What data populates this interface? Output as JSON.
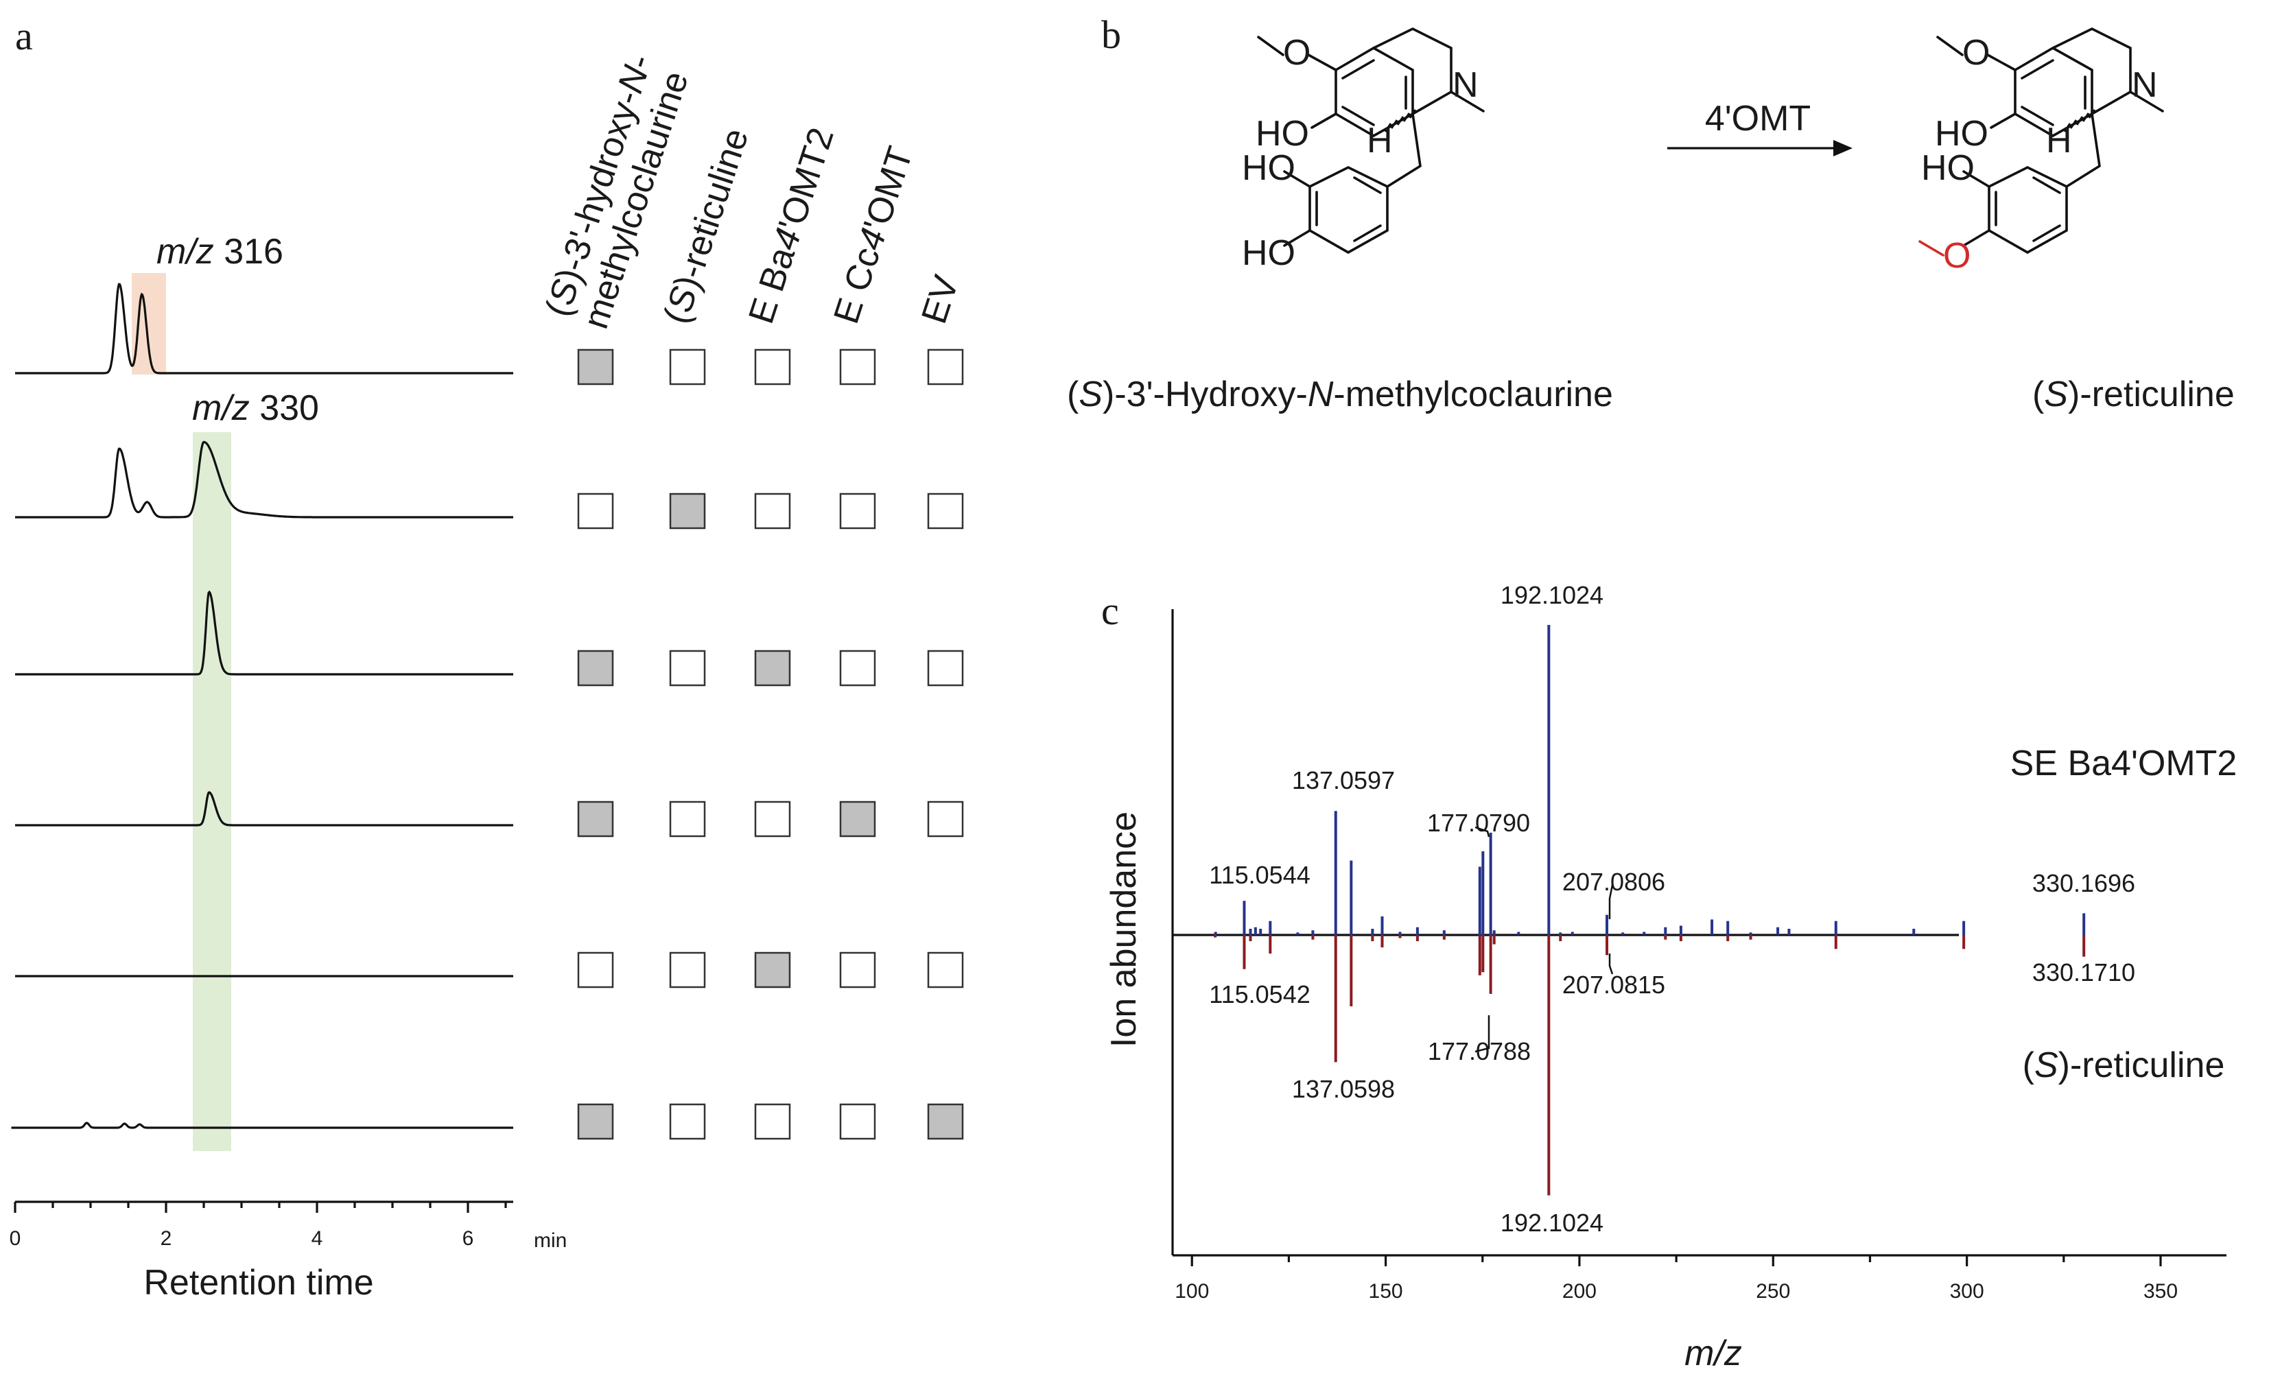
{
  "panels": {
    "a": "a",
    "b": "b",
    "c": "c"
  },
  "colors": {
    "shade_316": "#f8dccb",
    "shade_330": "#dfedd5",
    "square_filled": "#c0c0c0",
    "square_empty": "#ffffff",
    "spectrum_top": "#26348a",
    "spectrum_bottom": "#8b1c22",
    "methyl_highlight": "#d42a2a"
  },
  "panel_a": {
    "annotations": [
      {
        "id": "m316",
        "prefix": "m/z",
        "value": " 316"
      },
      {
        "id": "m330",
        "prefix": "m/z",
        "value": " 330"
      }
    ],
    "conditions": [
      {
        "parts": [
          {
            "t": "(",
            "i": false
          },
          {
            "t": "S",
            "i": true
          },
          {
            "t": ")-3'-hydroxy-",
            "i": false
          },
          {
            "t": "N",
            "i": true
          },
          {
            "t": "-",
            "i": false
          }
        ],
        "line2": [
          {
            "t": "methylcoclaurine",
            "i": false
          }
        ]
      },
      {
        "parts": [
          {
            "t": "(",
            "i": false
          },
          {
            "t": "S",
            "i": true
          },
          {
            "t": ")-reticuline",
            "i": false
          }
        ]
      },
      {
        "parts": [
          {
            "t": "E Ba",
            "i": false
          },
          {
            "t": "4",
            "i": true
          },
          {
            "t": "'OMT2",
            "i": false
          }
        ]
      },
      {
        "parts": [
          {
            "t": "E Cc",
            "i": false
          },
          {
            "t": "4",
            "i": true
          },
          {
            "t": "'OMT",
            "i": false
          }
        ]
      },
      {
        "parts": [
          {
            "t": "EV",
            "i": false
          }
        ]
      }
    ],
    "grid": [
      [
        1,
        0,
        0,
        0,
        0
      ],
      [
        0,
        1,
        0,
        0,
        0
      ],
      [
        1,
        0,
        1,
        0,
        0
      ],
      [
        1,
        0,
        0,
        1,
        0
      ],
      [
        0,
        0,
        1,
        0,
        0
      ],
      [
        1,
        0,
        0,
        0,
        1
      ]
    ],
    "axis": {
      "ticks": [
        0,
        2,
        4,
        6
      ],
      "unit": "min",
      "xlabel": "Retention time"
    }
  },
  "panel_b": {
    "substrate_name": [
      {
        "t": "(",
        "i": false
      },
      {
        "t": "S",
        "i": true
      },
      {
        "t": ")-3'-Hydroxy-",
        "i": false
      },
      {
        "t": "N",
        "i": true
      },
      {
        "t": "-methylcoclaurine",
        "i": false
      }
    ],
    "product_name": [
      {
        "t": "(",
        "i": false
      },
      {
        "t": "S",
        "i": true
      },
      {
        "t": ")-reticuline",
        "i": false
      }
    ],
    "enzyme": "4'OMT",
    "atoms": {
      "oh": "HO",
      "n": "N",
      "h": "H",
      "o": "O"
    }
  },
  "chart_data": {
    "type": "bar",
    "title": "",
    "xlabel": "m/z",
    "ylabel": "Ion abundance",
    "xlim": [
      95,
      367
    ],
    "xticks": [
      100,
      150,
      200,
      250,
      300,
      350
    ],
    "series": [
      {
        "name": "SE Ba4'OMT2",
        "x": [
          106.1,
          113.5,
          115.1,
          116.4,
          117.7,
          120.2,
          127.3,
          131.2,
          137.1,
          141.1,
          146.6,
          149.1,
          153.7,
          158.2,
          165.1,
          174.3,
          175.1,
          177.1,
          178.0,
          184.3,
          192.1,
          195.1,
          198.2,
          207.1,
          211.2,
          216.7,
          222.2,
          226.2,
          234.2,
          238.3,
          244.2,
          251.2,
          254.1,
          266.2,
          286.3,
          299.2,
          330.2
        ],
        "y": [
          1,
          11,
          2,
          2.5,
          2,
          4.5,
          0.8,
          1.5,
          40,
          24,
          2,
          6,
          1,
          2.5,
          1.5,
          22,
          27,
          33,
          1.5,
          1,
          100,
          0.8,
          1,
          6.5,
          0.8,
          1,
          2.5,
          3,
          5,
          4.5,
          0.8,
          2.5,
          2,
          4.5,
          2,
          4.5,
          7
        ]
      },
      {
        "name": "(S)-reticuline",
        "x": [
          106.0,
          113.5,
          115.1,
          120.2,
          131.2,
          137.1,
          141.1,
          146.6,
          149.1,
          153.7,
          158.2,
          165.1,
          174.3,
          175.1,
          177.1,
          178.0,
          192.1,
          195.1,
          207.1,
          222.2,
          226.2,
          238.3,
          244.2,
          266.2,
          299.2,
          330.2
        ],
        "y": [
          -0.8,
          -11,
          -2,
          -6,
          -1.5,
          -41,
          -23,
          -2,
          -4,
          -1,
          -2,
          -1.5,
          -13,
          -12,
          -19,
          -3,
          -84,
          -2,
          -6.5,
          -1.5,
          -2,
          -2,
          -1.5,
          -4.5,
          -4.5,
          -7
        ]
      }
    ],
    "labels_top": [
      {
        "x": 192.1024,
        "text": "192.1024"
      },
      {
        "x": 137.0597,
        "text": "137.0597"
      },
      {
        "x": 177.079,
        "text": "177.0790"
      },
      {
        "x": 115.0544,
        "text": "115.0544"
      },
      {
        "x": 207.0806,
        "text": "207.0806"
      },
      {
        "x": 330.1696,
        "text": "330.1696"
      }
    ],
    "labels_bottom": [
      {
        "x": 115.0542,
        "text": "115.0542"
      },
      {
        "x": 137.0598,
        "text": "137.0598"
      },
      {
        "x": 177.0788,
        "text": "177.0788"
      },
      {
        "x": 207.0815,
        "text": "207.0815"
      },
      {
        "x": 330.171,
        "text": "330.1710"
      },
      {
        "x": 192.1024,
        "text": "192.1024"
      }
    ],
    "legend_top": "SE Ba4'OMT2",
    "legend_bottom": [
      {
        "t": "(",
        "i": false
      },
      {
        "t": "S",
        "i": true
      },
      {
        "t": ")-reticuline",
        "i": false
      }
    ]
  }
}
